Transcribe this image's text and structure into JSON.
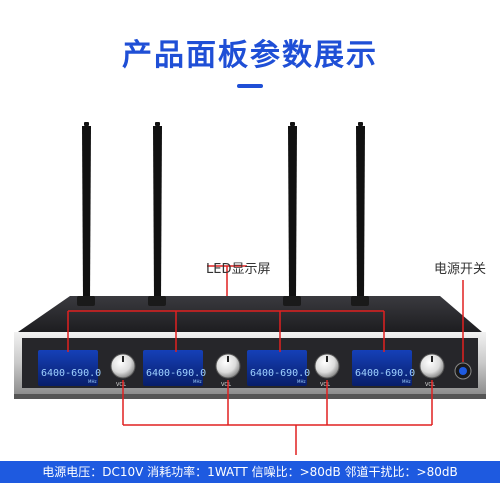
{
  "title": "产品面板参数展示",
  "labels": {
    "led_display": "LED显示屏",
    "power_switch": "电源开关"
  },
  "channels": [
    {
      "frequency": "6400-690.0",
      "unit": "MHz",
      "volume_label": "VOL"
    },
    {
      "frequency": "6400-690.0",
      "unit": "MHz",
      "volume_label": "VOL"
    },
    {
      "frequency": "6400-690.0",
      "unit": "MHz",
      "volume_label": "VOL"
    },
    {
      "frequency": "6400-690.0",
      "unit": "MHz",
      "volume_label": "VOL"
    }
  ],
  "spec_bar": "电源电压：DC10V   消耗功率：1WATT   信噪比：>80dB   邻道干扰比：>80dB",
  "colors": {
    "accent": "#1f4fd6",
    "callout": "#e02020",
    "lcd": "#0a2a88",
    "panel": "#2a2a2e"
  }
}
